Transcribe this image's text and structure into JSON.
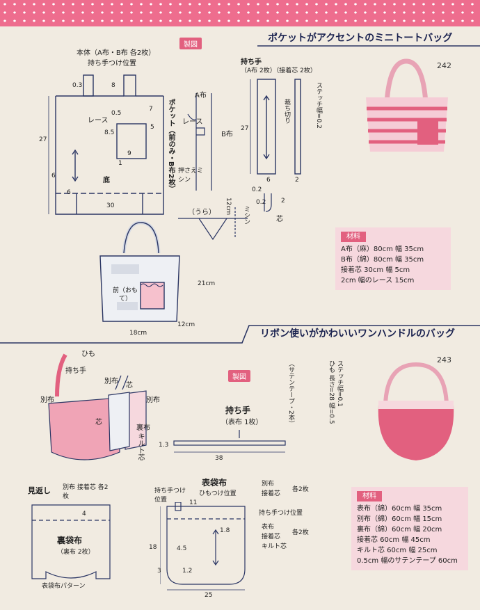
{
  "header_band": {
    "color": "#ee6d8e"
  },
  "section1": {
    "title": "ポケットがアクセントのミニトートバッグ",
    "tag": "製図",
    "page_number": "242",
    "body_label": "本体（A布・B布 各2枚）",
    "handle_pos_label": "持ち手つけ位置",
    "lace_label": "レース",
    "pocket_label": "ポケット（前のみ・B布2枚）",
    "bottom_label": "底",
    "dims": {
      "d0_3": "0.3",
      "d8": "8",
      "d7": "7",
      "d0_5": "0.5",
      "d5": "5",
      "d8_5": "8.5",
      "d9": "9",
      "d1": "1",
      "d27": "27",
      "d6a": "6",
      "d6b": "6",
      "d30": "30"
    },
    "pocket_detail": {
      "a_fabric": "A布",
      "lace": "レース",
      "b_fabric": "B布",
      "press": "押さえミシン"
    },
    "handle_label": "持ち手",
    "handle_sub": "（A布 2枚）（接着芯 2枚）",
    "cut_label": "裁ち切り",
    "stitch_label": "ステッチ幅=0.2",
    "handle_dims": {
      "d27": "27",
      "d6": "6",
      "d2": "2",
      "d0_2a": "0.2",
      "d0_2b": "0.2",
      "d2b": "2"
    },
    "core_label": "芯",
    "ura_label": "（うら）",
    "d12cm": "12cm",
    "mishin_label": "ミシン",
    "front_label": "前（おもて）",
    "bag_dims": {
      "h": "21cm",
      "w": "18cm",
      "d": "12cm"
    },
    "materials": {
      "header": "材料",
      "items": [
        "A布（麻）80cm 幅 35cm",
        "B布（綿）80cm 幅 35cm",
        "接着芯 30cm 幅 5cm",
        "2cm 幅のレース 15cm"
      ]
    }
  },
  "section2": {
    "title": "リボン使いがかわいいワンハンドルのバッグ",
    "tag": "製図",
    "page_number": "243",
    "exploded": {
      "himo": "ひも",
      "mochite": "持ち手",
      "betsunu": "別布",
      "shin": "芯",
      "betsunu2": "別布",
      "betsunu3": "別布",
      "shin2": "芯",
      "urafu": "裏布",
      "quilt": "キルト芯"
    },
    "ribbon_note": "ひも 長さ=28 幅=0.5",
    "satin_note": "（サテンテープ・2本）",
    "stitch_note": "ステッチ幅=0.1",
    "handle_title": "持ち手",
    "handle_sub": "（表布 1枚）",
    "handle_dims": {
      "h": "1.3",
      "w": "38"
    },
    "mikaeshi": "見返し",
    "mikaeshi_sub": "別布 接着芯 各2枚",
    "mikaeshi_dim": "4",
    "urabukuro": "裏袋布",
    "urabukuro_sub": "（裏布 2枚）",
    "pattern_label": "表袋布パターン",
    "omote_title": "表袋布",
    "handle_pos": "持ち手つけ位置",
    "himo_pos": "ひもつけ位置",
    "right_labels": {
      "betsunu": "別布",
      "secchaku": "接着芯",
      "kaku2": "各2枚",
      "mochite_pos": "持ち手つけ位置",
      "omote": "表布",
      "secchaku2": "接着芯",
      "kaku2b": "各2枚",
      "quilt": "キルト芯"
    },
    "dims": {
      "d11": "11",
      "d1_8": "1.8",
      "d18": "18",
      "d4_5": "4.5",
      "d3": "3",
      "d1_2": "1.2",
      "d25": "25"
    },
    "materials": {
      "header": "材料",
      "items": [
        "表布（綿）60cm 幅 35cm",
        "別布（綿）60cm 幅 15cm",
        "裏布（綿）60cm 幅 20cm",
        "接着芯 60cm 幅 45cm",
        "キルト芯 60cm 幅 25cm",
        "0.5cm 幅のサテンテープ 60cm"
      ]
    }
  },
  "colors": {
    "pink": "#e2607f",
    "navy": "#2a3563",
    "light_pink": "#f6d8de"
  }
}
